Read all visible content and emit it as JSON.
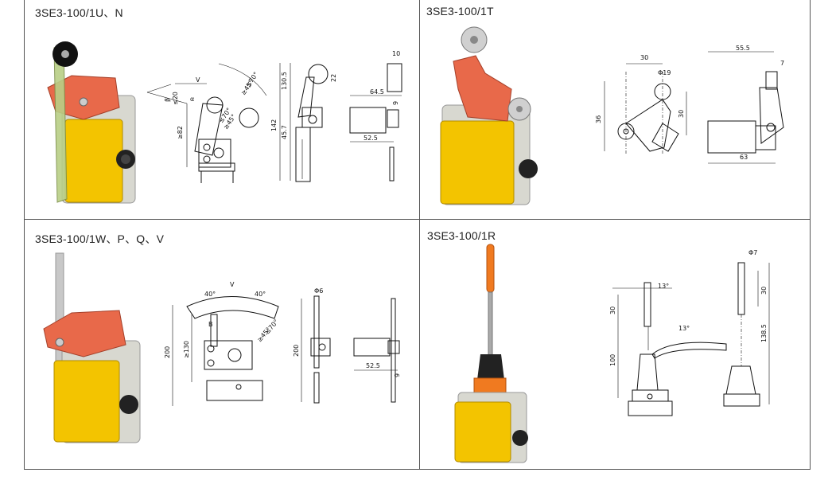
{
  "cells": [
    {
      "title": "3SE3-100/1U、N",
      "dims": [
        "V",
        "α",
        "≤20",
        "β",
        "≤70°",
        "≥45°",
        "≤70°",
        "≥45°",
        "≥82",
        "130.5",
        "45.7",
        "142",
        "22",
        "10",
        "64.5",
        "9",
        "52.5"
      ]
    },
    {
      "title": "3SE3-100/1T",
      "dims": [
        "30",
        "Φ19",
        "36",
        "30",
        "55.5",
        "7",
        "63"
      ]
    },
    {
      "title": "3SE3-100/1W、P、Q、V",
      "dims": [
        "40°",
        "V",
        "40°",
        "B",
        "≤70°",
        "≥45°",
        "200",
        "≥130",
        "Φ6",
        "200",
        "52.5",
        "9"
      ]
    },
    {
      "title": "3SE3-100/1R",
      "dims": [
        "13°",
        "30",
        "13°",
        "100",
        "Φ7",
        "30",
        "138.5"
      ]
    }
  ],
  "colors": {
    "border": "#555555",
    "body_yellow": "#f3c400",
    "head_orange": "#e8694a",
    "housing_gray": "#d8d8d0",
    "rod_orange": "#f07a20"
  }
}
